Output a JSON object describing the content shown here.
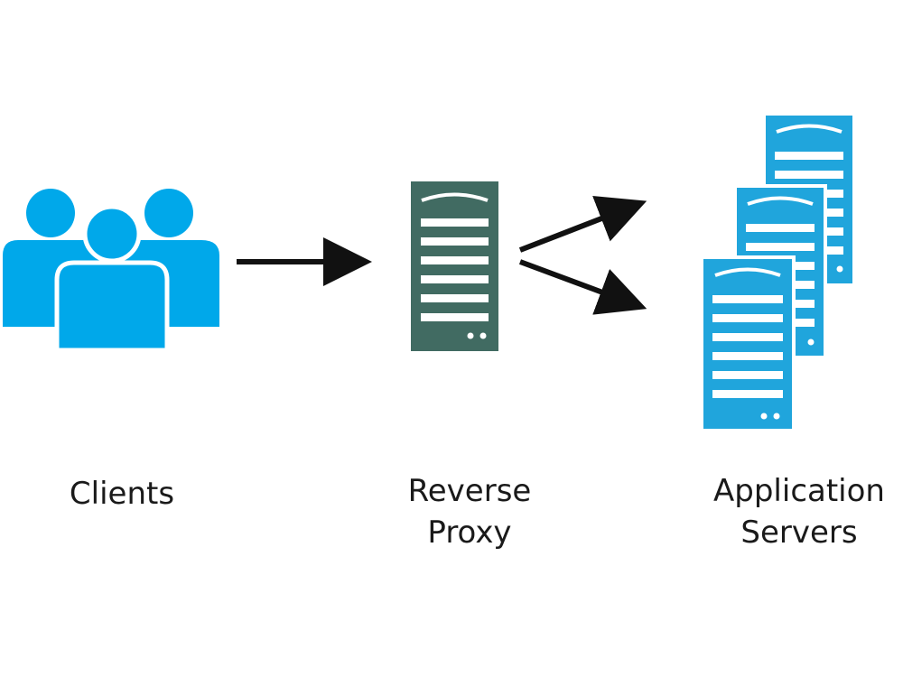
{
  "labels": {
    "clients": "Clients",
    "proxy_line1": "Reverse",
    "proxy_line2": "Proxy",
    "app_line1": "Application",
    "app_line2": "Servers"
  },
  "colors": {
    "client_blue": "#00a8ea",
    "proxy_green": "#416b62",
    "server_blue": "#20a5dc",
    "arrow": "#111111",
    "text": "#1a1a1a"
  },
  "icons": {
    "clients": "users-group-icon",
    "proxy": "server-icon",
    "app_servers": "server-stack-icon"
  }
}
